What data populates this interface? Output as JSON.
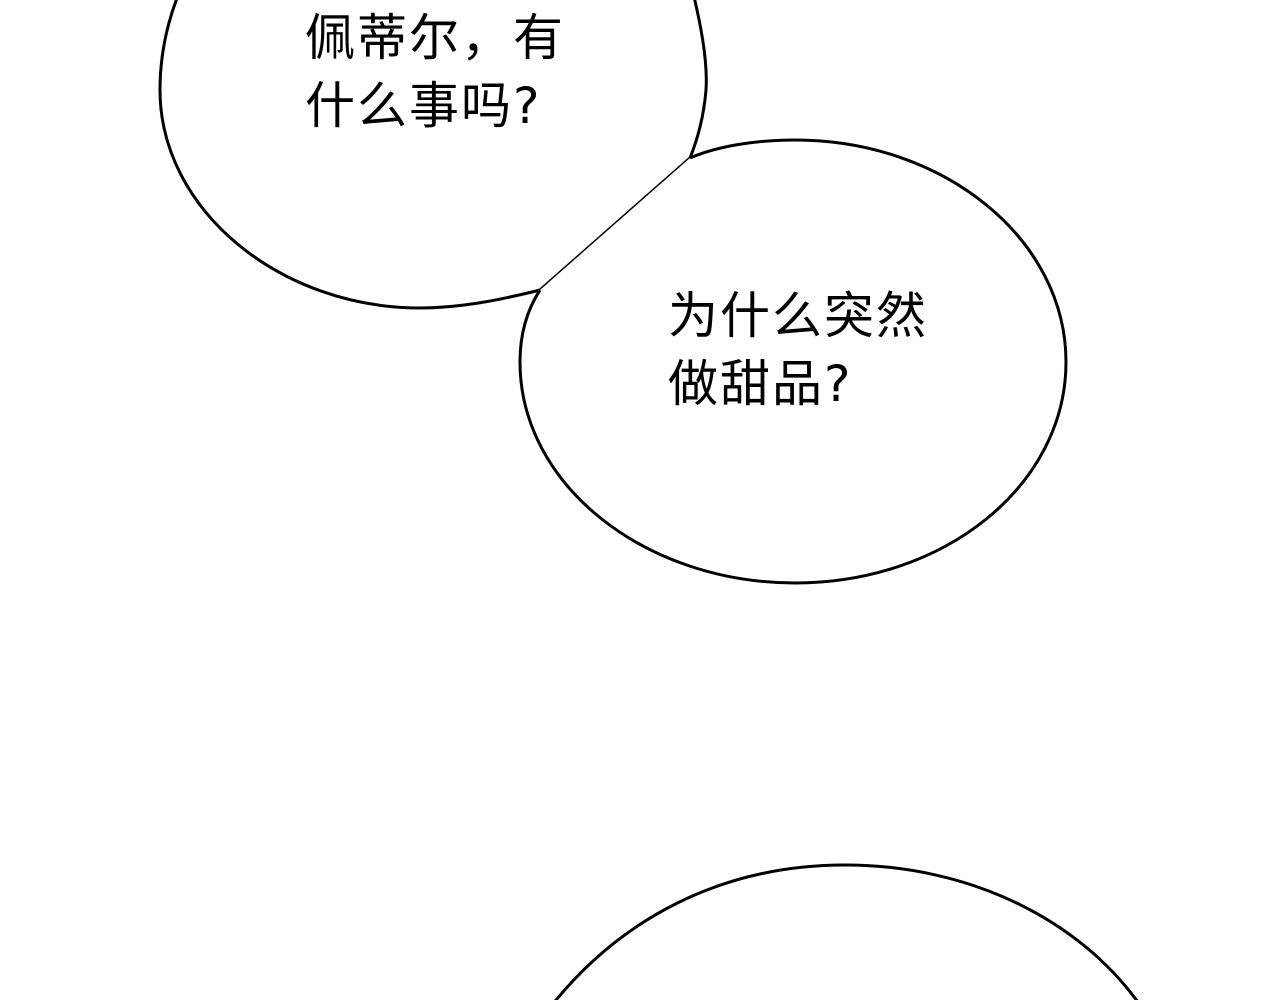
{
  "panel": {
    "background": "#ffffff",
    "stroke_color": "#000000"
  },
  "bubbles": [
    {
      "id": "bubble-1",
      "lines": [
        "佩蒂尔，有",
        "什么事吗?"
      ]
    },
    {
      "id": "bubble-2",
      "lines": [
        "为什么突然",
        "做甜品?"
      ]
    },
    {
      "id": "bubble-3",
      "lines": []
    }
  ]
}
